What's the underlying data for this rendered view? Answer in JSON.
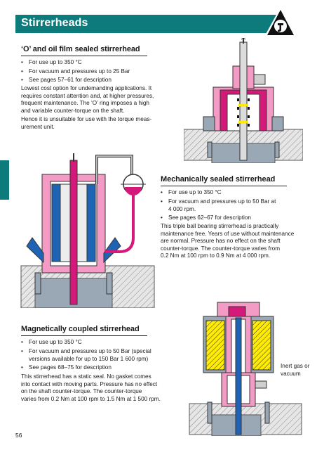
{
  "header": {
    "title": "Stirrerheads"
  },
  "section_o_ring": {
    "title": "‘O’ and oil film sealed stirrerhead",
    "bullets": [
      "For use up to 350 °C",
      "For vacuum and pressures up to 25 Bar",
      "See pages 57–61 for description"
    ],
    "description_lines": [
      "Lowest cost option for undemanding applications. It",
      "requires constant attention and, at higher pressures,",
      "frequent maintenance. The ‘O’ ring imposes a high",
      "and variable counter-torque on the shaft.",
      "Hence it is unsuitable for use with the torque meas-",
      "urement unit."
    ]
  },
  "section_mechanical": {
    "title": "Mechanically sealed stirrerhead",
    "bullets": [
      "For use up to 350 °C",
      "For vacuum and pressures up to 50 Bar at",
      "4 000 rpm.",
      "See pages 62–67 for description"
    ],
    "description_lines": [
      "This triple ball bearing stirrerhead is practically",
      "maintenance free. Years of use without maintenance",
      "are normal. Pressure has no effect on the shaft",
      "counter-torque. The counter-torque varies from",
      "0.2 Nm at 100 rpm to 0.9 Nm at 4 000 rpm."
    ]
  },
  "section_magnetic": {
    "title": "Magnetically coupled stirrerhead",
    "bullets": [
      "For use up to 350 °C",
      "For vacuum and pressures up to 50 Bar (special",
      "versions available for up to 150 Bar 1 600 rpm)",
      "See pages 68–75 for description"
    ],
    "description_lines": [
      "This stirrerhead has a static seal. No gasket comes",
      "into contact with moving parts. Pressure has no effect",
      "on the shaft counter-torque. The counter-torque",
      "varies from 0.2 Nm at 100 rpm to 1.5 Nm at 1 500 rpm."
    ],
    "callout_lines": [
      "Inert gas or",
      "vacuum"
    ]
  },
  "page_number": "56",
  "colors": {
    "teal": "#0d7a7c",
    "magenta": "#d4197a",
    "pink": "#f39bc4",
    "blue": "#1f63b5",
    "yellow": "#ffec00",
    "hatch": "#c7c7c7"
  },
  "icons": {
    "logo": "triangle-badge-icon"
  }
}
